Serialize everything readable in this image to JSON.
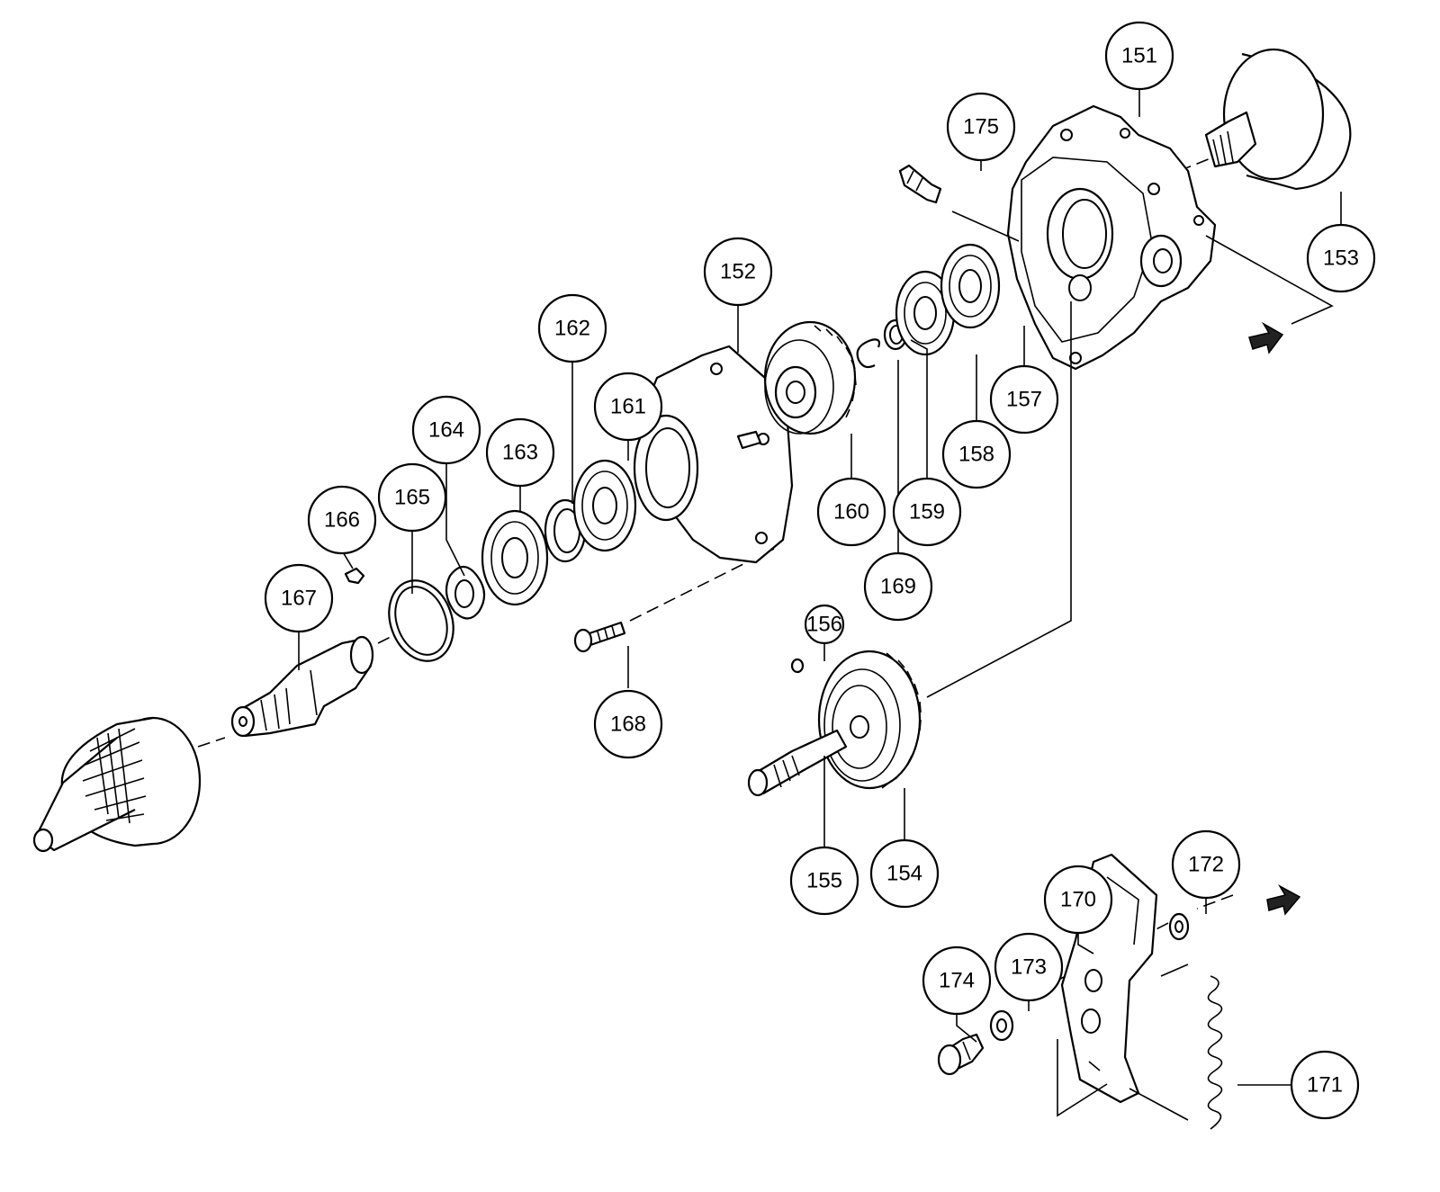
{
  "callouts": [
    {
      "id": "151",
      "label": "151"
    },
    {
      "id": "152",
      "label": "152"
    },
    {
      "id": "153",
      "label": "153"
    },
    {
      "id": "154",
      "label": "154"
    },
    {
      "id": "155",
      "label": "155"
    },
    {
      "id": "156",
      "label": "156"
    },
    {
      "id": "157",
      "label": "157"
    },
    {
      "id": "158",
      "label": "158"
    },
    {
      "id": "159",
      "label": "159"
    },
    {
      "id": "160",
      "label": "160"
    },
    {
      "id": "161",
      "label": "161"
    },
    {
      "id": "162",
      "label": "162"
    },
    {
      "id": "163",
      "label": "163"
    },
    {
      "id": "164",
      "label": "164"
    },
    {
      "id": "165",
      "label": "165"
    },
    {
      "id": "166",
      "label": "166"
    },
    {
      "id": "167",
      "label": "167"
    },
    {
      "id": "168",
      "label": "168"
    },
    {
      "id": "169",
      "label": "169"
    },
    {
      "id": "170",
      "label": "170"
    },
    {
      "id": "171",
      "label": "171"
    },
    {
      "id": "172",
      "label": "172"
    },
    {
      "id": "173",
      "label": "173"
    },
    {
      "id": "174",
      "label": "174"
    },
    {
      "id": "175",
      "label": "175"
    }
  ]
}
